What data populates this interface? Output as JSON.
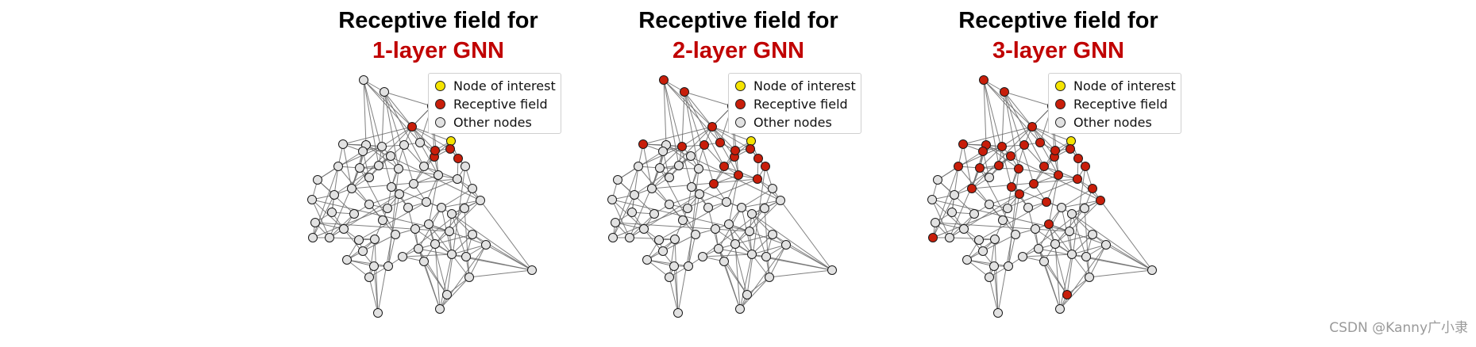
{
  "colors": {
    "interest": "#f5e400",
    "receptive": "#c81e0a",
    "other": "#e2e2e2",
    "edge": "#6a6a6a",
    "title_accent": "#c00000"
  },
  "legend": {
    "interest_label": "Node of interest",
    "receptive_label": "Receptive field",
    "other_label": "Other nodes"
  },
  "panels": [
    {
      "title_line1": "Receptive field for",
      "title_line2": "1-layer GNN",
      "layers": 1
    },
    {
      "title_line1": "Receptive field for",
      "title_line2": "2-layer GNN",
      "layers": 2
    },
    {
      "title_line1": "Receptive field for",
      "title_line2": "3-layer GNN",
      "layers": 3
    }
  ],
  "watermark": "CSDN @Kanny广小隶"
}
